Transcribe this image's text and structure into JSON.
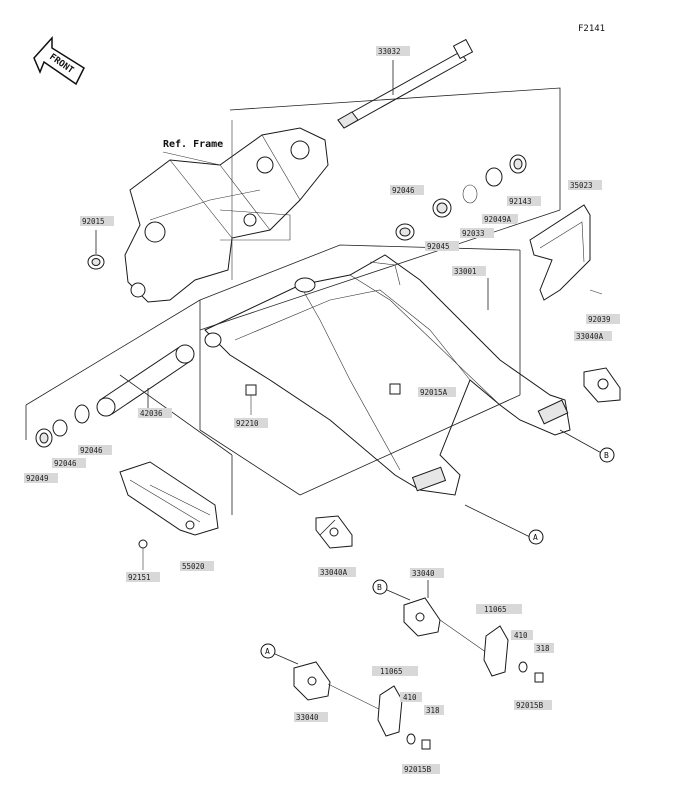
{
  "diagram_id": "F2141",
  "front_label": "FRONT",
  "ref_frame": "Ref. Frame",
  "callouts": {
    "a": "A",
    "b": "B"
  },
  "parts": {
    "p33032": "33032",
    "p92015": "92015",
    "p92046_top": "92046",
    "p92045": "92045",
    "p92033": "92033",
    "p92049a": "92049A",
    "p92143": "92143",
    "p35023": "35023",
    "p33001": "33001",
    "p92039": "92039",
    "p33040a_right": "33040A",
    "p92015a": "92015A",
    "p42036": "42036",
    "p92210": "92210",
    "p92046_left": "92046",
    "p92046_left2": "92046",
    "p92049": "92049",
    "p55020": "55020",
    "p92151": "92151",
    "p33040a_mid": "33040A",
    "p33040_b": "33040",
    "p11065_b": "11065",
    "p410_b": "410",
    "p318_b": "318",
    "p92015b_b": "92015B",
    "p33040_a": "33040",
    "p11065_a": "11065",
    "p410_a": "410",
    "p318_a": "318",
    "p92015b_a": "92015B"
  }
}
